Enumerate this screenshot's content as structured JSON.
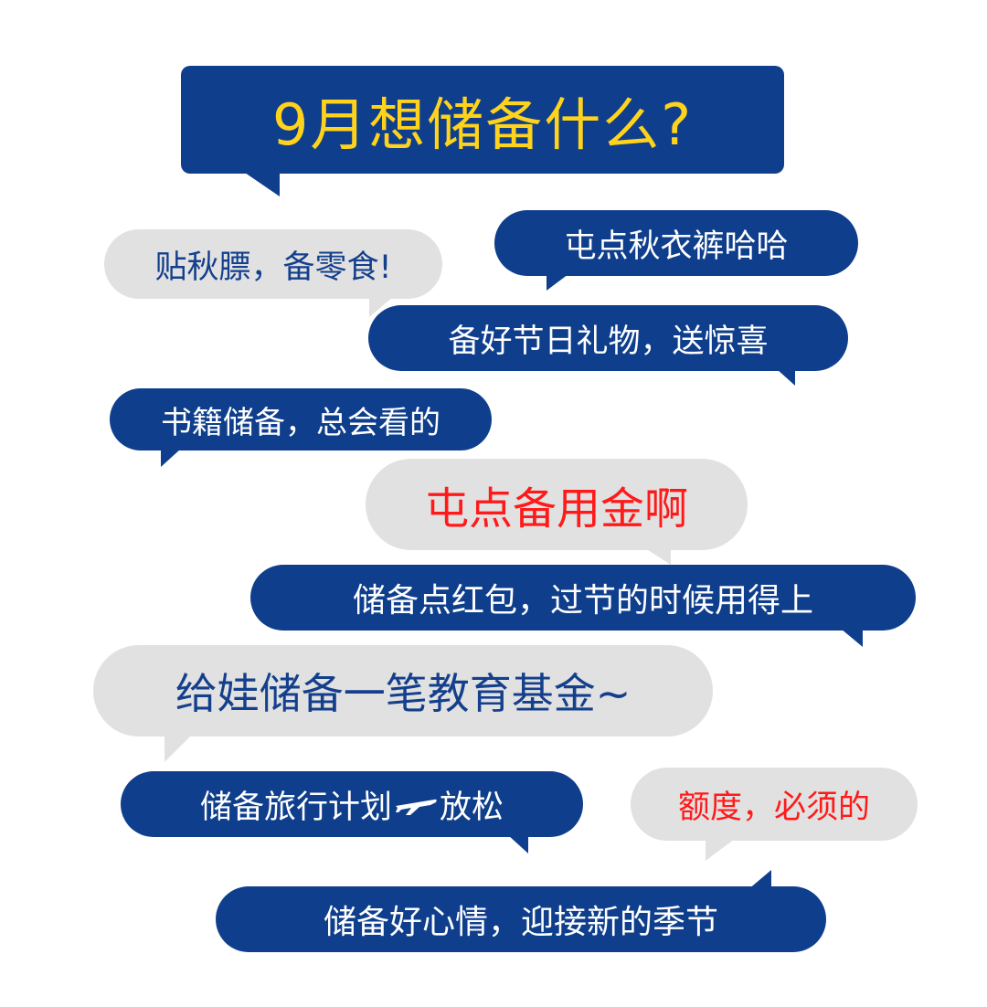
{
  "colors": {
    "navy": "#0f3f8c",
    "gray": "#e1e1e1",
    "yellow": "#ffd21c",
    "red": "#ff1a1a",
    "white": "#ffffff"
  },
  "title": "9月想储备什么?",
  "bubbles": [
    {
      "text": "贴秋膘，备零食!",
      "style": "gray"
    },
    {
      "text": "屯点秋衣裤哈哈",
      "style": "blue"
    },
    {
      "text": "备好节日礼物，送惊喜",
      "style": "blue"
    },
    {
      "text": "书籍储备，总会看的",
      "style": "blue"
    },
    {
      "text": "屯点备用金啊",
      "style": "gray-red"
    },
    {
      "text": "储备点红包，过节的时候用得上",
      "style": "blue"
    },
    {
      "text": "给娃储备一笔教育基金~",
      "style": "gray"
    },
    {
      "text": "储备旅行计划",
      "style": "blue"
    },
    {
      "text": "放松",
      "style": "blue"
    },
    {
      "text": "额度，必须的",
      "style": "gray-red"
    },
    {
      "text": "储备好心情，迎接新的季节",
      "style": "blue"
    }
  ],
  "icons": [
    "airplane-icon"
  ]
}
